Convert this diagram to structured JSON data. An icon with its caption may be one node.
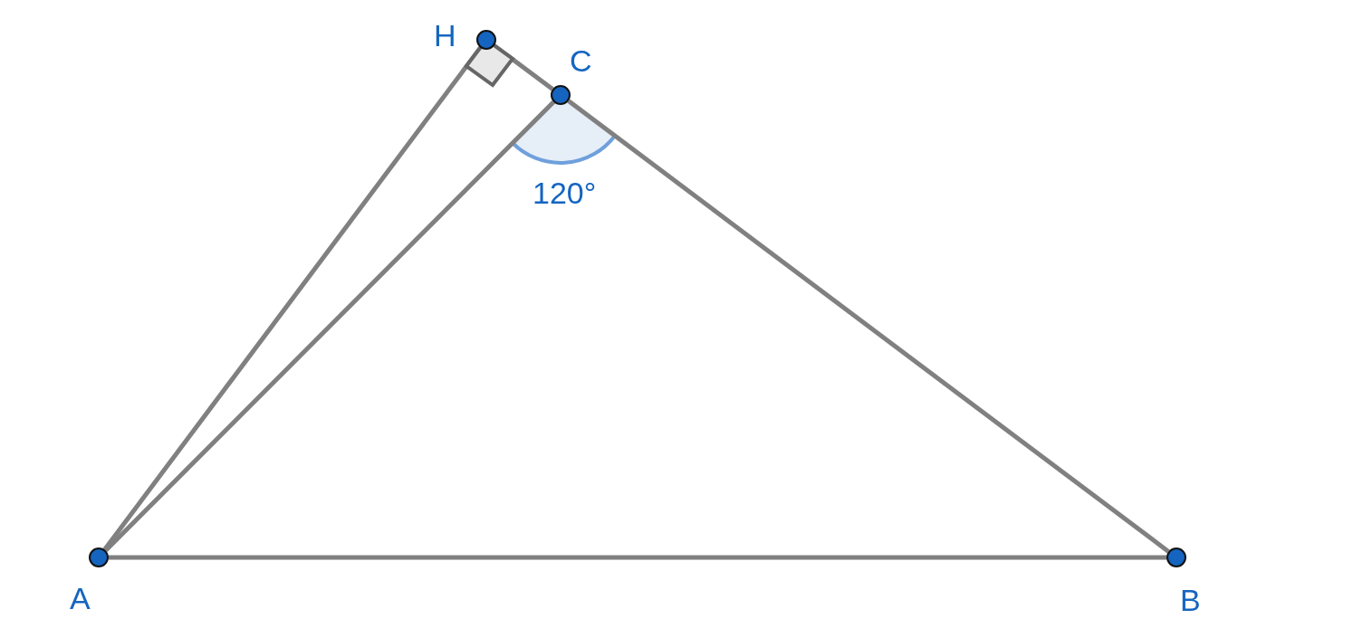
{
  "diagram": {
    "nodes": [
      {
        "text": [
          "H"
        ]
      },
      {
        "text": [
          "C"
        ]
      },
      {
        "text": [
          "A"
        ]
      },
      {
        "text": [
          "B"
        ]
      }
    ],
    "edges": [
      {
        "from": 0,
        "to": 1,
        "arrow": "none"
      },
      {
        "from": 1,
        "to": 3,
        "arrow": "none"
      },
      {
        "from": 2,
        "to": 0,
        "arrow": "none"
      },
      {
        "from": 2,
        "to": 1,
        "arrow": "none"
      },
      {
        "from": 2,
        "to": 3,
        "arrow": "none"
      }
    ],
    "labels": [
      "120°"
    ]
  }
}
